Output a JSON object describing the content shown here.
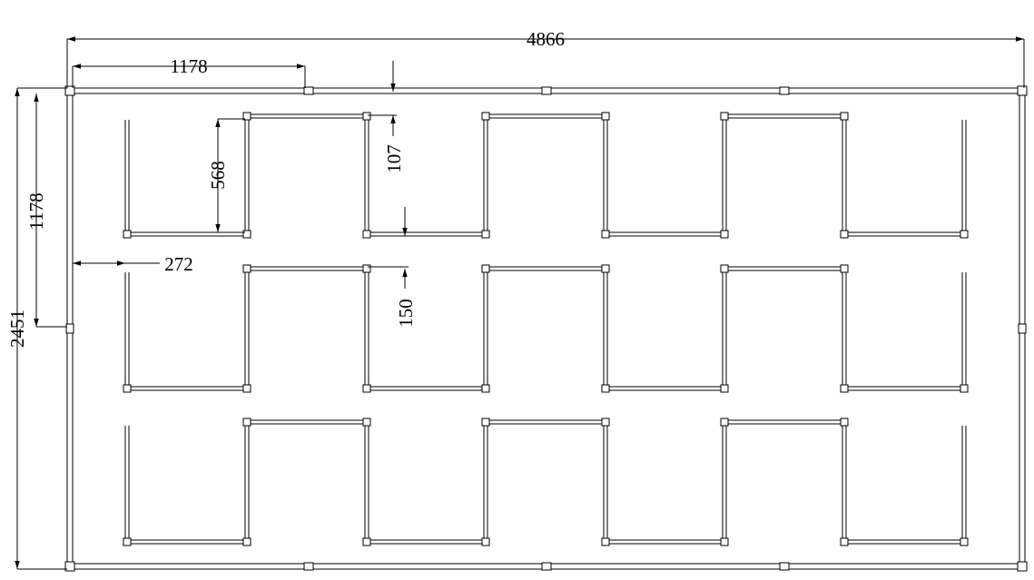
{
  "drawing": {
    "dimensions": {
      "overall_width": "4866",
      "overall_height": "2451",
      "top_segment": "1178",
      "left_segment": "1178",
      "side_offset": "272",
      "u_depth": "568",
      "top_gap": "107",
      "row_gap": "150"
    },
    "colors": {
      "line": "#000000",
      "background": "#ffffff"
    }
  }
}
